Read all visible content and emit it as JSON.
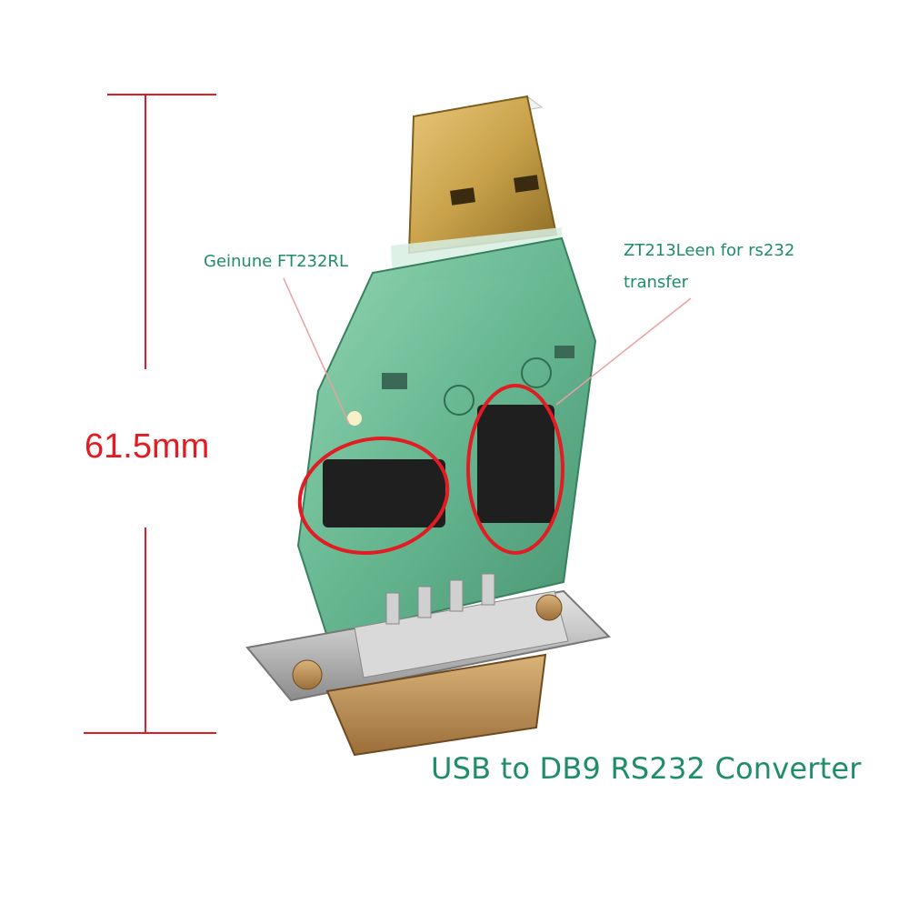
{
  "dimension": {
    "value_text": "61.5mm",
    "color": "#e31b23"
  },
  "annotations": {
    "chip1_label": "Geinune FT232RL",
    "chip2_label_line1": "ZT213Leen for rs232",
    "chip2_label_line2": "transfer",
    "product_title": "USB to DB9  RS232 Converter",
    "label_color": "#1f8c6c"
  },
  "colors": {
    "pcb_green": "#5fb48c",
    "gold": "#c9a24a",
    "steel": "#c8c8c8",
    "highlight_circle": "#e31b23"
  }
}
